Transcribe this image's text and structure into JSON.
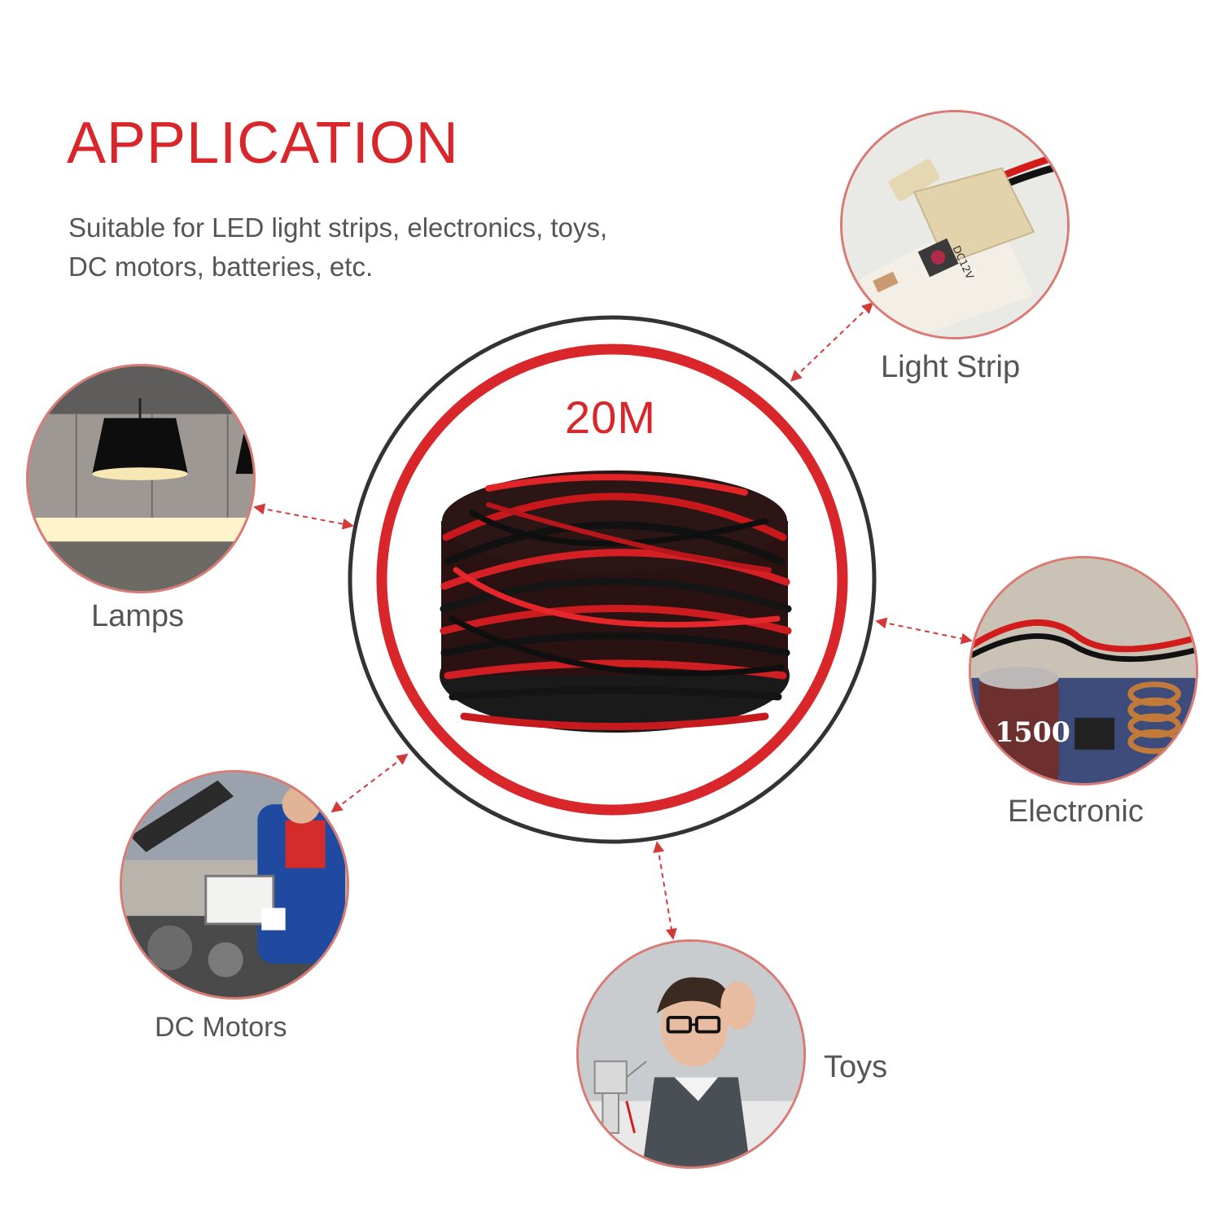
{
  "heading": {
    "title": "APPLICATION",
    "description_line1": "Suitable for LED light strips, electronics, toys,",
    "description_line2": "DC motors, batteries, etc."
  },
  "center": {
    "length_label": "20M"
  },
  "applications": [
    {
      "label": "Light Strip",
      "image_text": "DC12V"
    },
    {
      "label": "Lamps"
    },
    {
      "label": "Electronic",
      "image_text": "1500"
    },
    {
      "label": "DC Motors"
    },
    {
      "label": "Toys"
    }
  ],
  "colors": {
    "accent_red": "#d8262a",
    "ring_dark": "#333333",
    "thumb_border": "#d97a75",
    "text_gray": "#555555",
    "connector_line": "#d23a3a"
  }
}
